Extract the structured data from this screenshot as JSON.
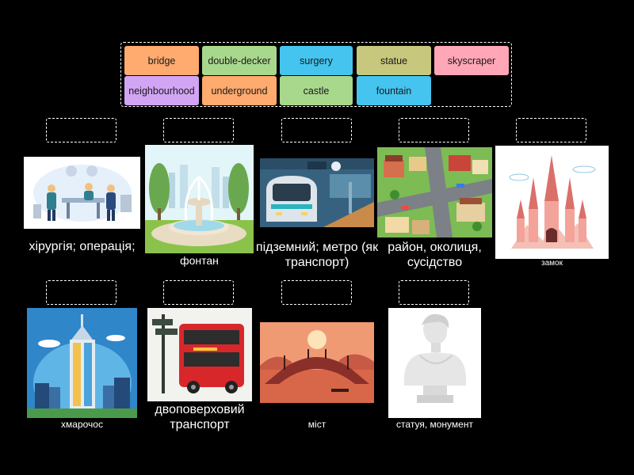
{
  "word_bank": {
    "tiles": [
      {
        "label": "bridge",
        "color": "#ffaa6e"
      },
      {
        "label": "double-decker",
        "color": "#a8d88c"
      },
      {
        "label": "surgery",
        "color": "#44c4ee"
      },
      {
        "label": "statue",
        "color": "#c7c77d"
      },
      {
        "label": "skyscraper",
        "color": "#ffa6b7"
      },
      {
        "label": "neighbourhood",
        "color": "#d2a4f4"
      },
      {
        "label": "underground",
        "color": "#ffaa6e"
      },
      {
        "label": "castle",
        "color": "#a8d88c"
      },
      {
        "label": "fountain",
        "color": "#44c4ee"
      }
    ]
  },
  "cards": {
    "surgery_caption": "хірургія; операція;",
    "fountain_caption": "фонтан",
    "underground_caption": "підземний; метро (як транспорт)",
    "neighbourhood_caption": "район, околиця, сусідство",
    "castle_caption": "замок",
    "skyscraper_caption": "хмарочос",
    "doubledecker_caption": "двоповерховий транспорт",
    "bridge_caption": "міст",
    "statue_caption": "статуя, монумент"
  }
}
